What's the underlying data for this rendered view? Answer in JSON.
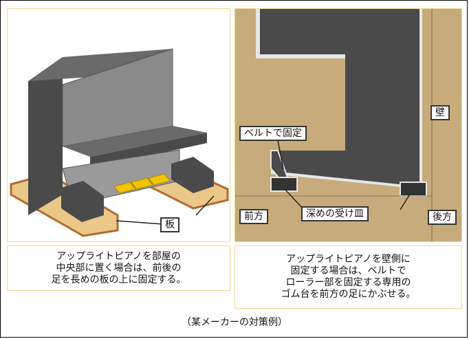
{
  "left_panel": {
    "label_board": "板",
    "caption": "アップライトピアノを部屋の\n中央部に置く場合は、前後の\n足を長めの板の上に固定する。"
  },
  "right_panel": {
    "label_belt": "ベルトで固定",
    "label_wall": "壁",
    "label_front": "前方",
    "label_tray": "深めの受け皿",
    "label_rear": "後方",
    "caption": "アップライトピアノを壁側に\n固定する場合は、ベルトで\nローラー部を固定する専用の\nゴム台を前方の足にかぶせる。"
  },
  "footnote": "（某メーカーの対策例）",
  "colors": {
    "piano_dark": "#4a4a4a",
    "piano_light": "#8a8a8a",
    "board": "#e9c88a",
    "board_edge": "#b06a30",
    "wall": "#c8ab7a",
    "pedal": "#f2c400"
  }
}
